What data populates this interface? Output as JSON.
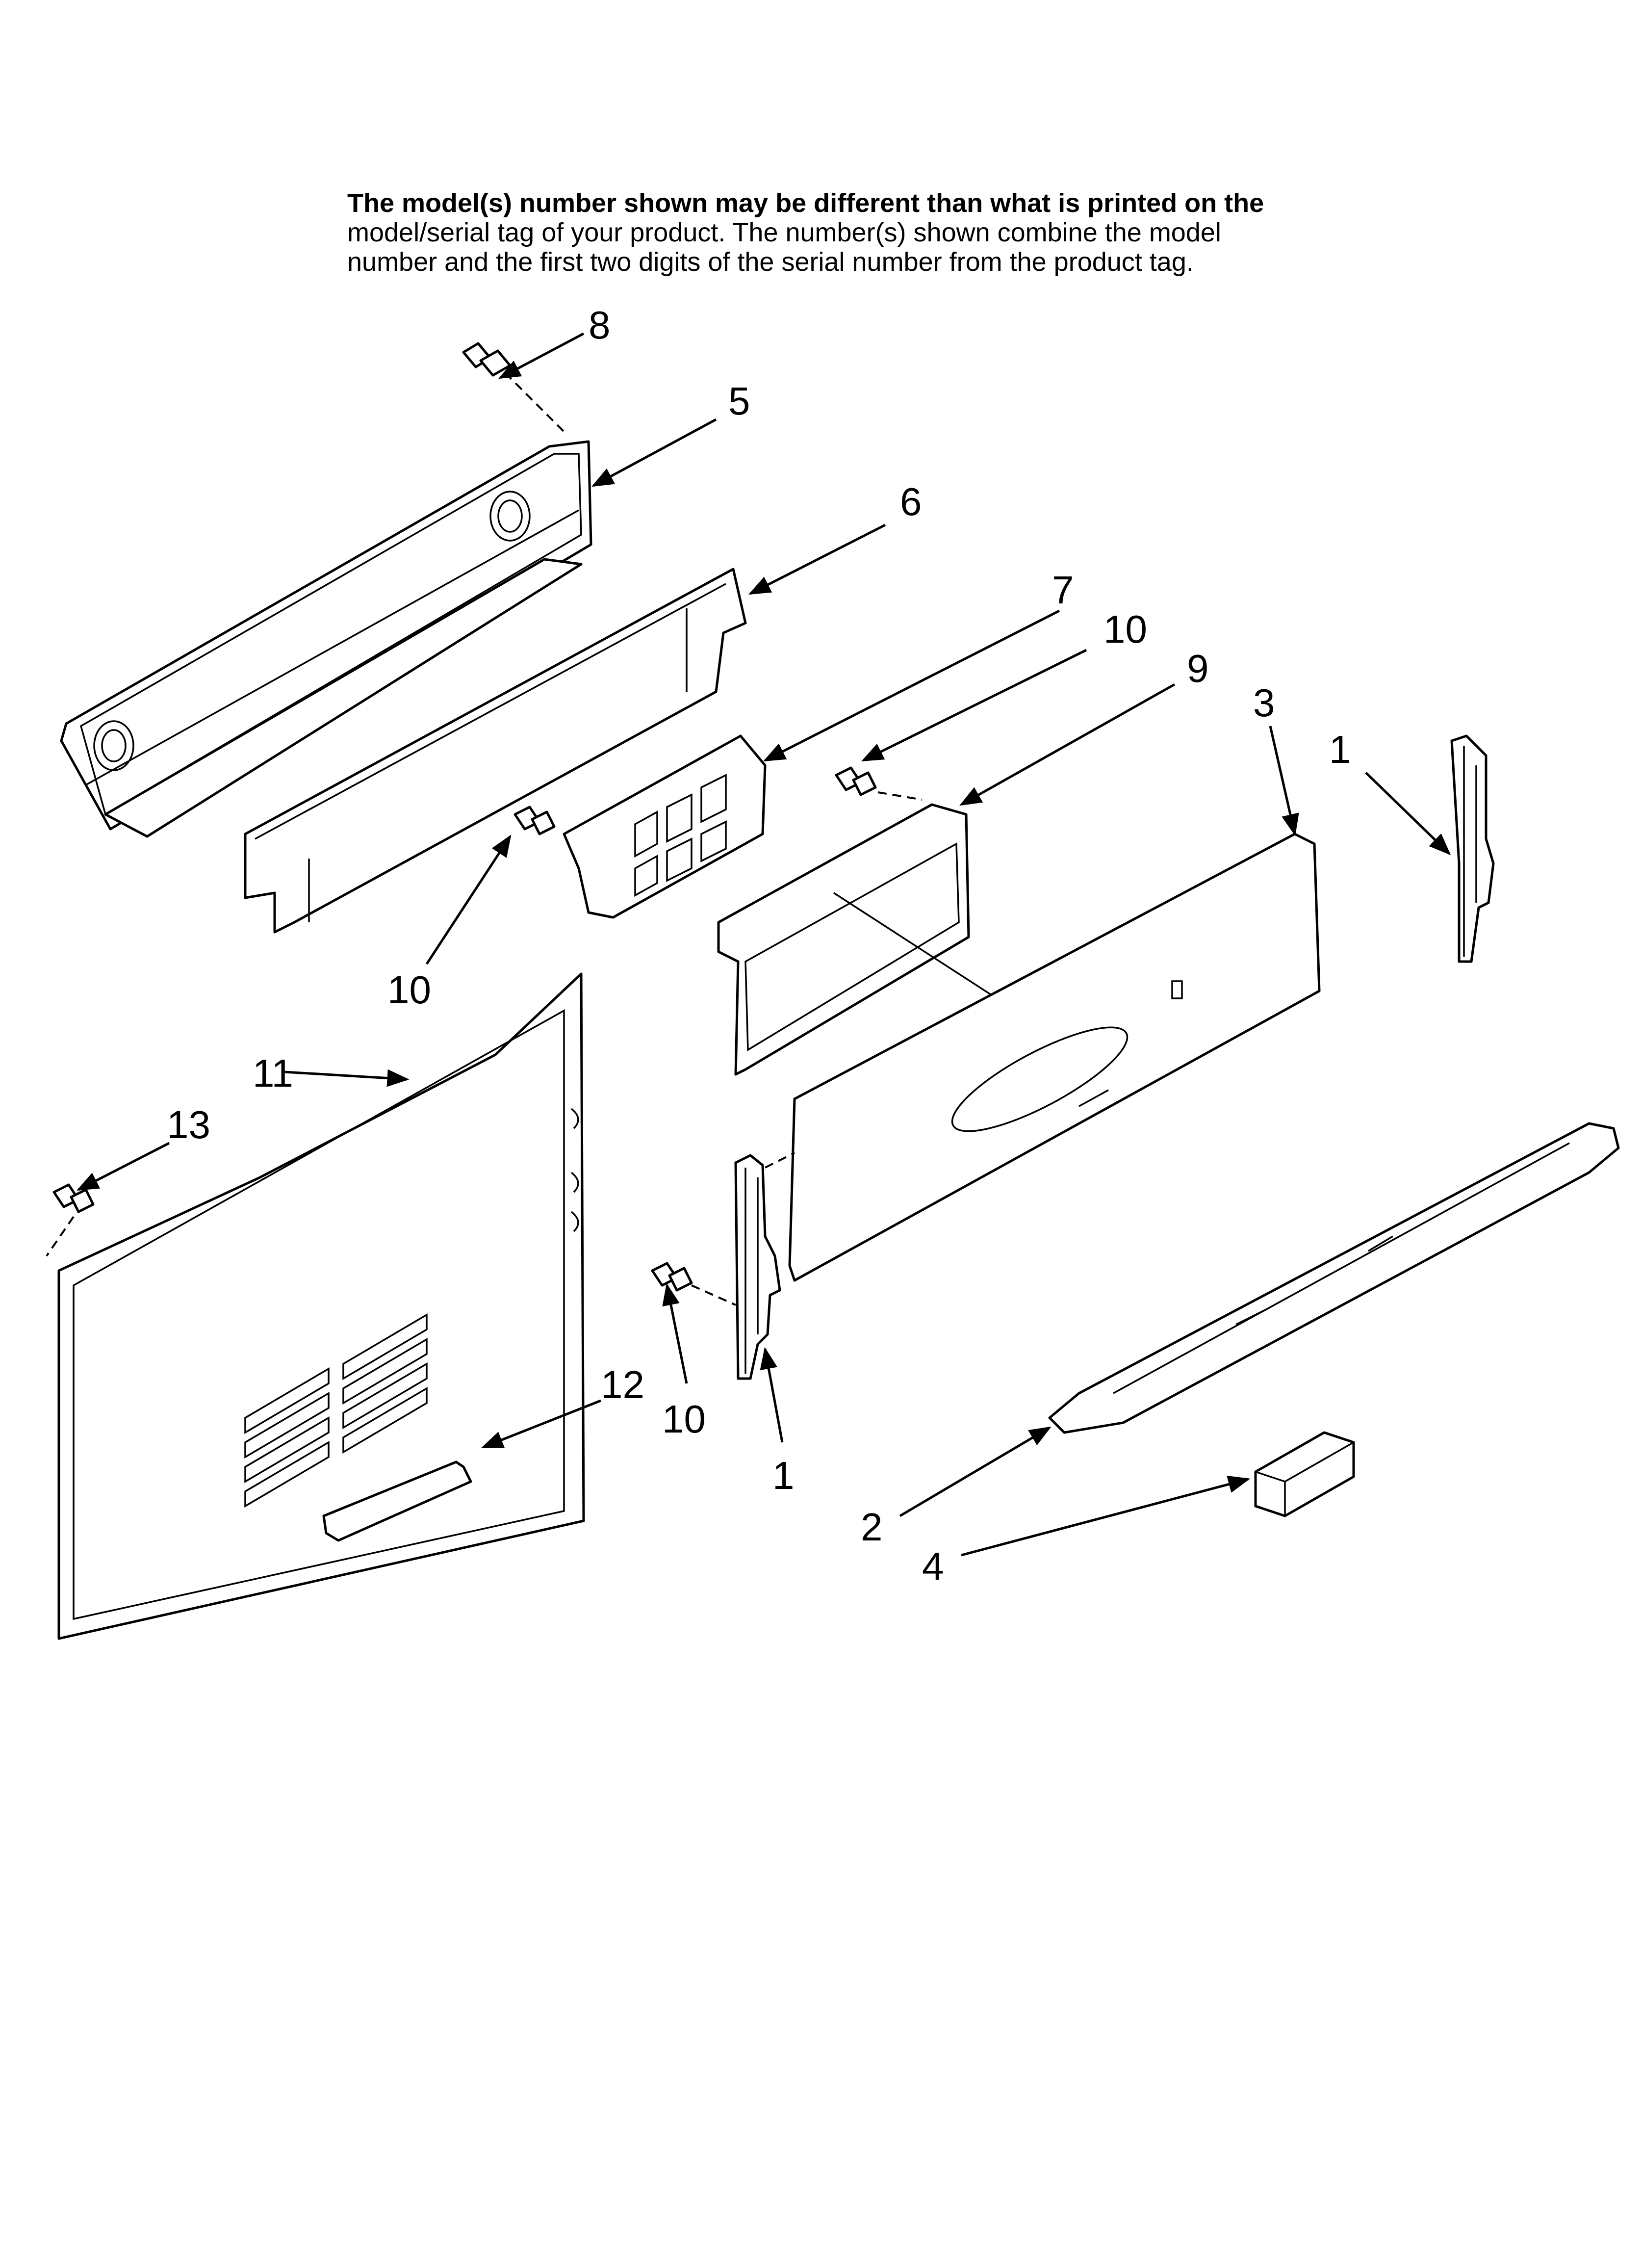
{
  "header_note": {
    "line1": "The model(s) number shown may be different than what is printed on the",
    "line2": "model/serial tag of your product. The number(s) shown combine the model",
    "line3": "number and the first two digits of the serial number from the product tag."
  },
  "callouts": {
    "c8": "8",
    "c5": "5",
    "c6": "6",
    "c7": "7",
    "c10a": "10",
    "c9": "9",
    "c3": "3",
    "c1a": "1",
    "c10b": "10",
    "c11": "11",
    "c13": "13",
    "c12": "12",
    "c10c": "10",
    "c1b": "1",
    "c2": "2",
    "c4": "4"
  },
  "colors": {
    "ink": "#000000",
    "paper": "#ffffff"
  }
}
